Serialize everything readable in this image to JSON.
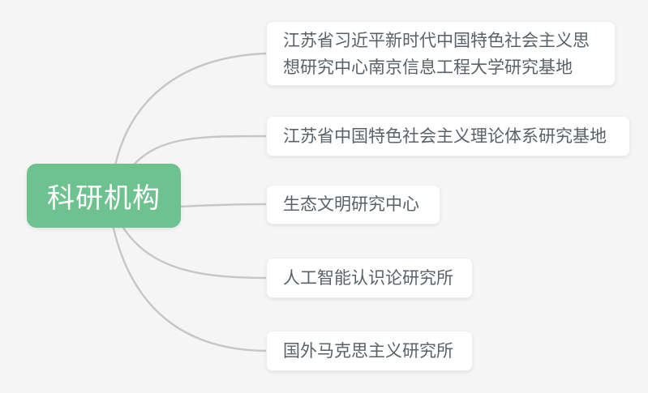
{
  "colors": {
    "background": "#f5f5f6",
    "root_node_bg": "#6ec28f",
    "root_node_text": "#ffffff",
    "child_node_bg": "#ffffff",
    "child_node_text": "#5a6268",
    "connector_line": "#c6c6c6"
  },
  "mindmap": {
    "root": {
      "label": "科研机构"
    },
    "children": [
      {
        "label": "江苏省习近平新时代中国特色社会主义思想研究中心南京信息工程大学研究基地"
      },
      {
        "label": "江苏省中国特色社会主义理论体系研究基地"
      },
      {
        "label": "生态文明研究中心"
      },
      {
        "label": "人工智能认识论研究所"
      },
      {
        "label": "国外马克思主义研究所"
      }
    ]
  }
}
